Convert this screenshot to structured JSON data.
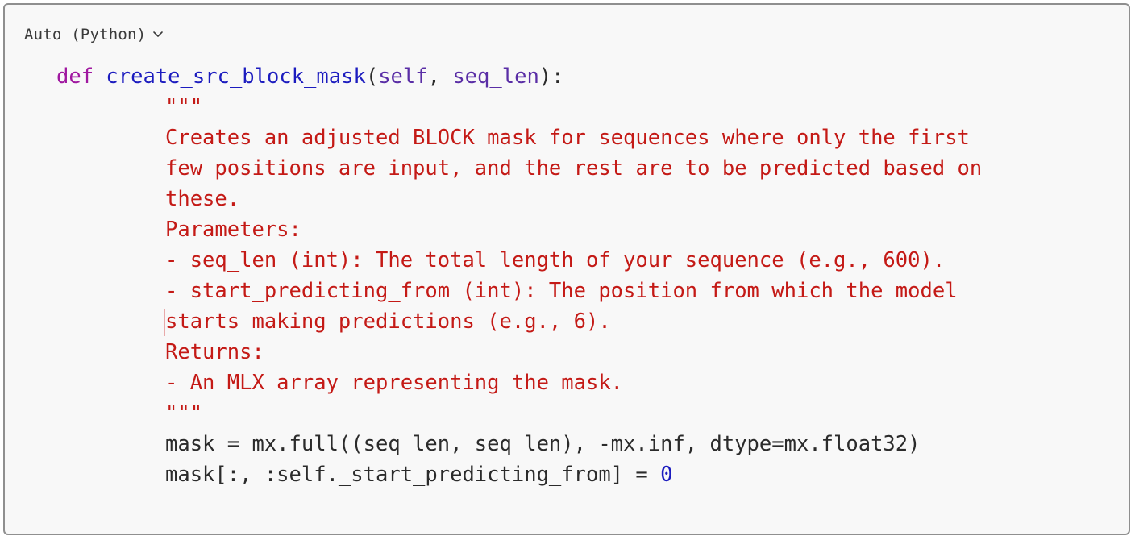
{
  "language_selector": {
    "label": "Auto (Python)",
    "icon": "chevron-down-icon"
  },
  "code": {
    "def_keyword": "def",
    "function_name": "create_src_block_mask",
    "open_paren": "(",
    "param_self": "self",
    "comma": ", ",
    "param_seq_len": "seq_len",
    "close_paren_colon": "):",
    "docstring_lines": [
      "\"\"\"",
      "Creates an adjusted BLOCK mask for sequences where only the first",
      "few positions are input, and the rest are to be predicted based on",
      "these.",
      "Parameters:",
      "- seq_len (int): The total length of your sequence (e.g., 600).",
      "- start_predicting_from (int): The position from which the model",
      "starts making predictions (e.g., 6).",
      "Returns:",
      "- An MLX array representing the mask.",
      "\"\"\""
    ],
    "mask_line": "mask = mx.full((seq_len, seq_len), -mx.inf, dtype=mx.float32)",
    "assign_line_code": "mask[:, :self._start_predicting_from] = ",
    "assign_line_value": "0"
  },
  "colors": {
    "keyword": "#a018a0",
    "function": "#1c1cbf",
    "parameter": "#5a2ea6",
    "docstring": "#c41a16",
    "number": "#1c1cbf",
    "plain": "#2b2b2b",
    "background": "#f8f8f8",
    "border": "#8f8f8f"
  }
}
